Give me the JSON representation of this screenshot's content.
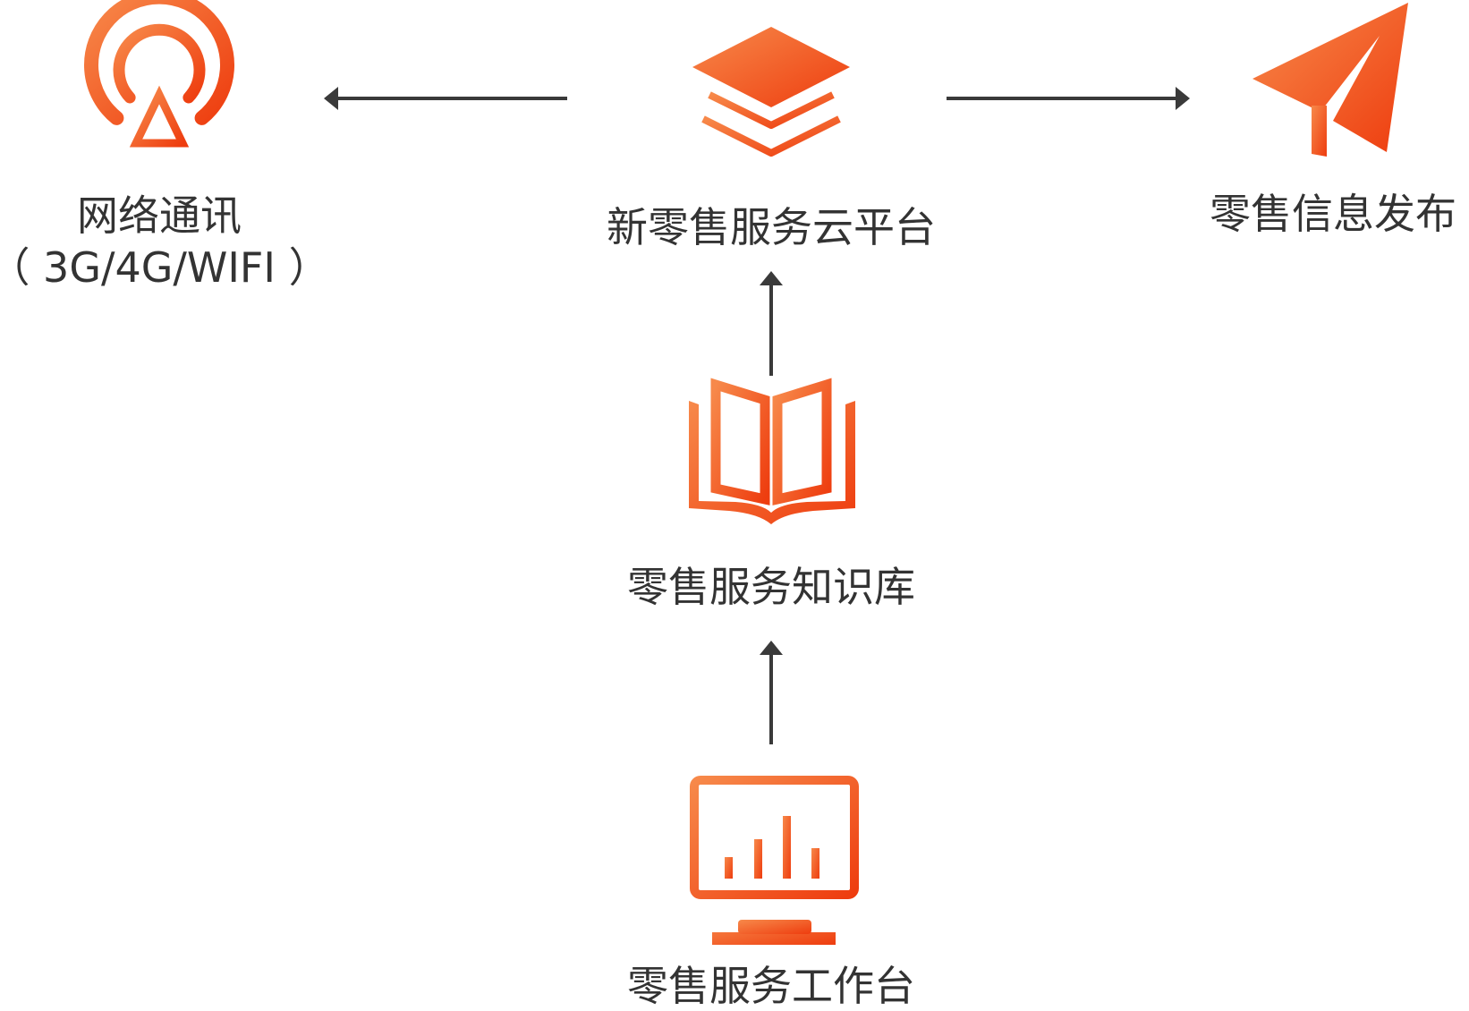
{
  "colors": {
    "accent_light": "#f7894a",
    "accent_dark": "#ee3d0f",
    "text": "#333333",
    "arrow": "#3a3a3a",
    "background": "#ffffff"
  },
  "nodes": {
    "network": {
      "icon": "signal-tower-icon",
      "label": "网络通讯",
      "sublabel": "（ 3G/4G/WIFI ）"
    },
    "platform": {
      "icon": "layers-icon",
      "label": "新零售服务云平台"
    },
    "publish": {
      "icon": "paper-plane-icon",
      "label": "零售信息发布"
    },
    "knowledge": {
      "icon": "open-book-icon",
      "label": "零售服务知识库"
    },
    "workbench": {
      "icon": "monitor-chart-icon",
      "label": "零售服务工作台"
    }
  },
  "edges": [
    {
      "from": "platform",
      "to": "network"
    },
    {
      "from": "platform",
      "to": "publish"
    },
    {
      "from": "knowledge",
      "to": "platform"
    },
    {
      "from": "workbench",
      "to": "knowledge"
    }
  ]
}
